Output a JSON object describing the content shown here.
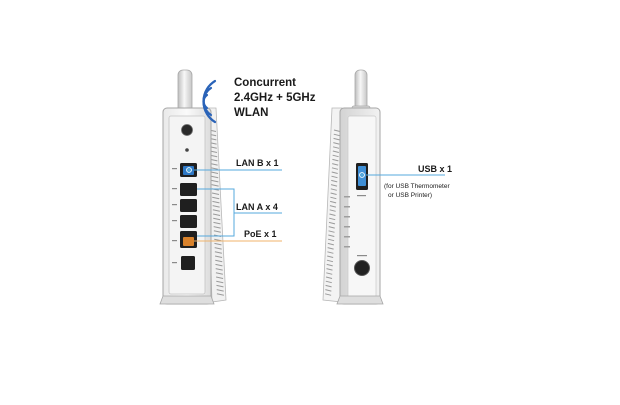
{
  "wlan": {
    "line1": "Concurrent",
    "line2": "2.4GHz + 5GHz",
    "line3": "WLAN"
  },
  "callouts": {
    "lan_b": "LAN B x 1",
    "lan_a": "LAN A x 4",
    "poe": "PoE x 1",
    "usb": "USB x 1",
    "usb_note_1": "(for USB Thermometer",
    "usb_note_2": "or USB Printer)"
  },
  "colors": {
    "lan_b_port": "#2f79c6",
    "poe_port": "#d9822b",
    "callout_line": "#55a8dd",
    "poe_line": "#f0b36b",
    "usb_port": "#3f8fd6",
    "wifi_arcs": "#2a63b8"
  }
}
